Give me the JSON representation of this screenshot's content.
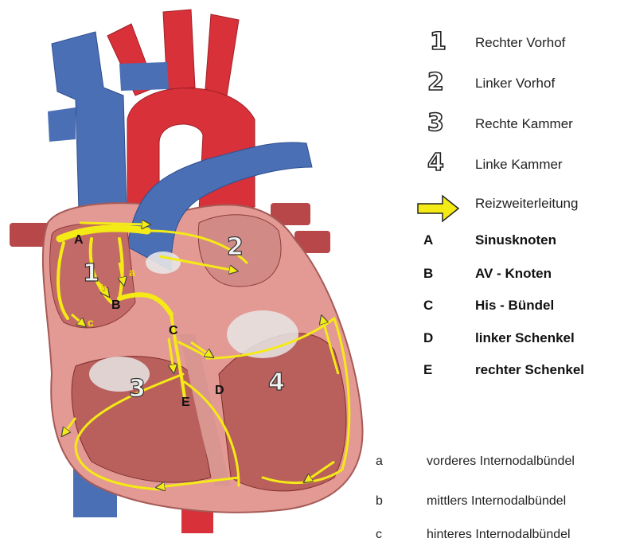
{
  "colors": {
    "vein_blue": "#4a6fb5",
    "artery_red": "#d8313a",
    "myocardium": "#e49a94",
    "conduction_yellow": "#f4ea16"
  },
  "diagram_labels": {
    "chamber_1": "1",
    "chamber_2": "2",
    "chamber_3": "3",
    "chamber_4": "4",
    "node_a": "A",
    "node_b": "B",
    "node_c": "C",
    "node_d": "D",
    "node_e": "E",
    "path_a": "a",
    "path_b": "b",
    "path_c": "c"
  },
  "legend": {
    "chambers": [
      {
        "num": "1",
        "text": "Rechter Vorhof"
      },
      {
        "num": "2",
        "text": "Linker Vorhof"
      },
      {
        "num": "3",
        "text": "Rechte Kammer"
      },
      {
        "num": "4",
        "text": "Linke Kammer"
      }
    ],
    "arrow_text": "Reizweiterleitung",
    "nodes": [
      {
        "letter": "A",
        "text": "Sinusknoten"
      },
      {
        "letter": "B",
        "text": "AV - Knoten"
      },
      {
        "letter": "C",
        "text": "His - Bündel"
      },
      {
        "letter": "D",
        "text": "linker Schenkel"
      },
      {
        "letter": "E",
        "text": "rechter Schenkel"
      }
    ],
    "paths": [
      {
        "letter": "a",
        "text": "vorderes Internodalbündel"
      },
      {
        "letter": "b",
        "text": "mittlers Internodalbündel"
      },
      {
        "letter": "c",
        "text": "hinteres Internodalbündel"
      }
    ]
  }
}
